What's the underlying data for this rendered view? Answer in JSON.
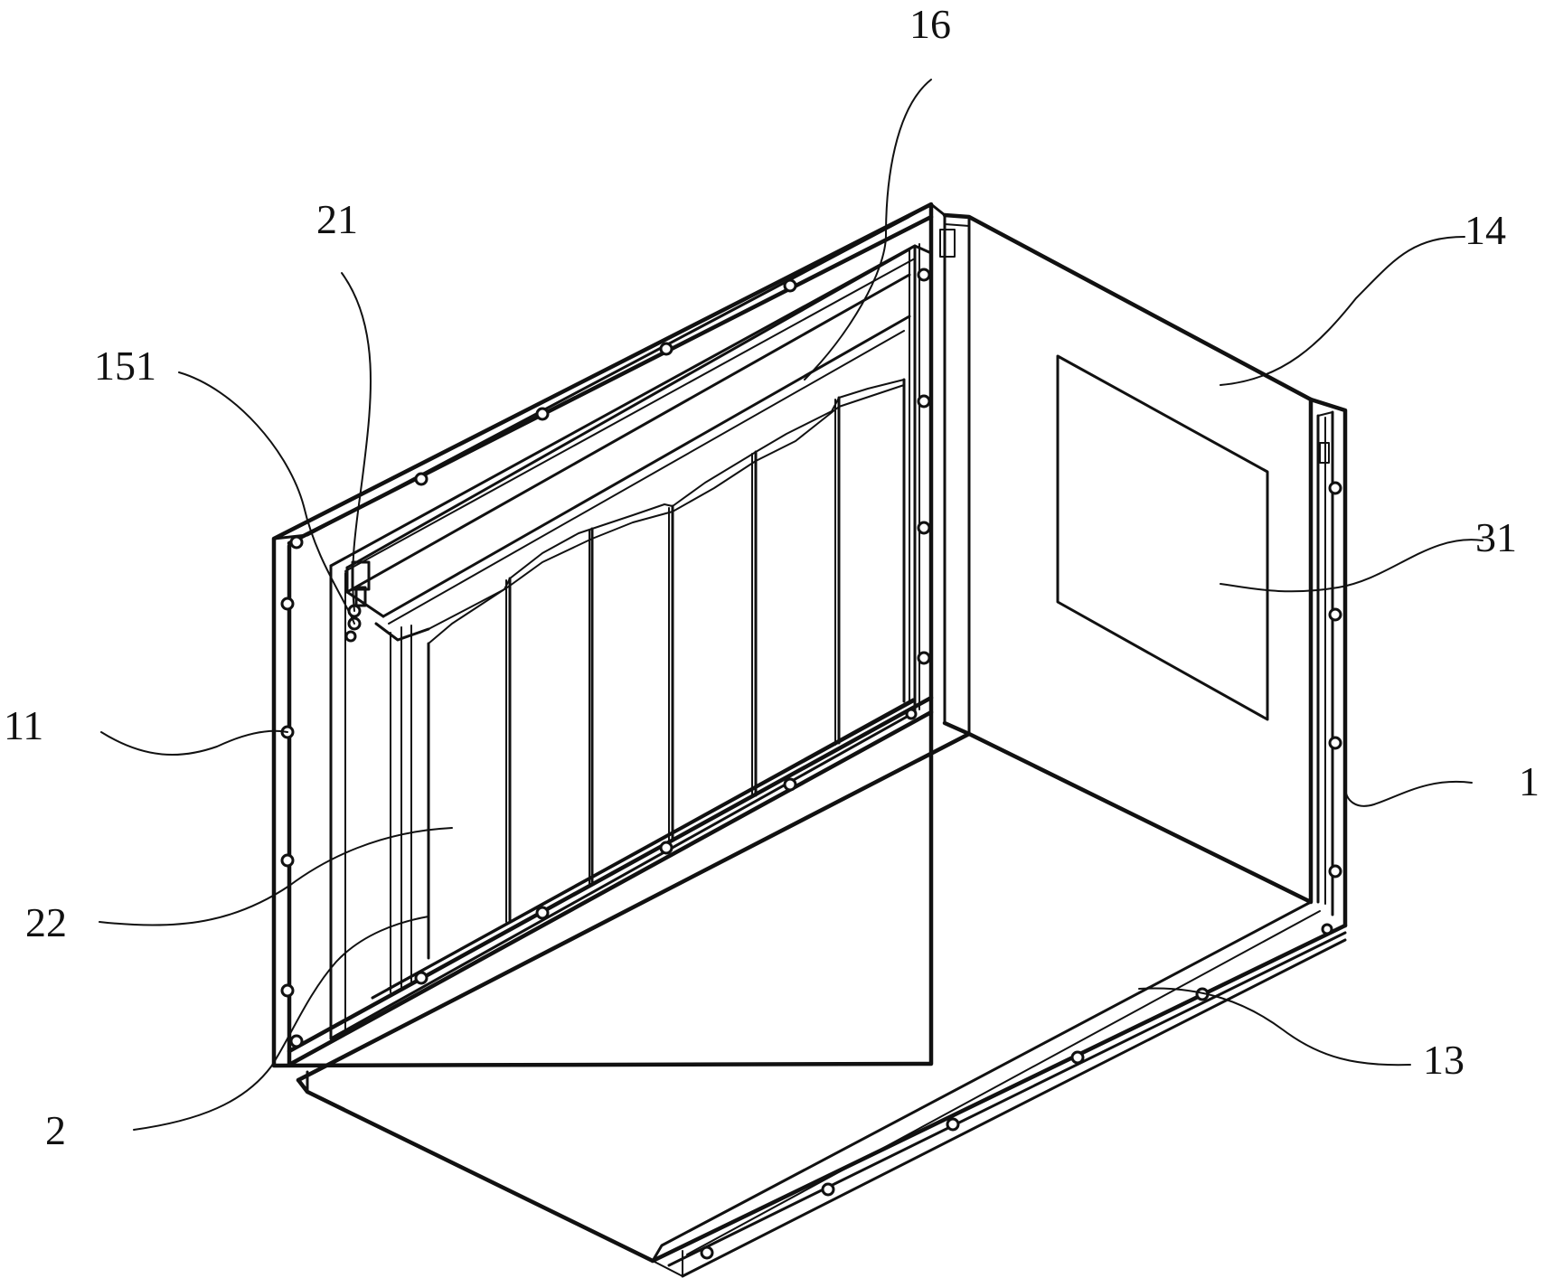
{
  "figure": {
    "labels": {
      "l16": "16",
      "l21": "21",
      "l14": "14",
      "l151": "151",
      "l31": "31",
      "l11": "11",
      "l1": "1",
      "l22": "22",
      "l13": "13",
      "l2": "2"
    }
  }
}
